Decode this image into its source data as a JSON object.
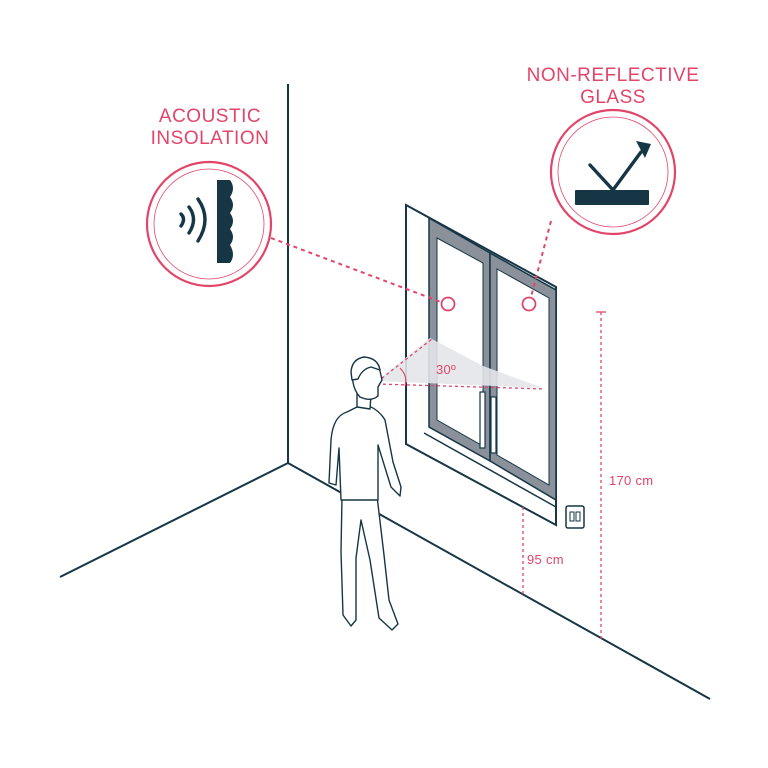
{
  "labels": {
    "acoustic_line1": "ACOUSTIC",
    "acoustic_line2": "INSOLATION",
    "glass_line1": "NON-REFLECTIVE",
    "glass_line2": "GLASS",
    "angle": "30º",
    "height_high": "170 cm",
    "height_low": "95 cm"
  },
  "colors": {
    "accent": "#e2456a",
    "ink": "#163646",
    "frame": "#8a919b"
  },
  "icons": {
    "acoustic": "sound-wave-panel-icon",
    "glass": "reflection-arrow-icon"
  }
}
